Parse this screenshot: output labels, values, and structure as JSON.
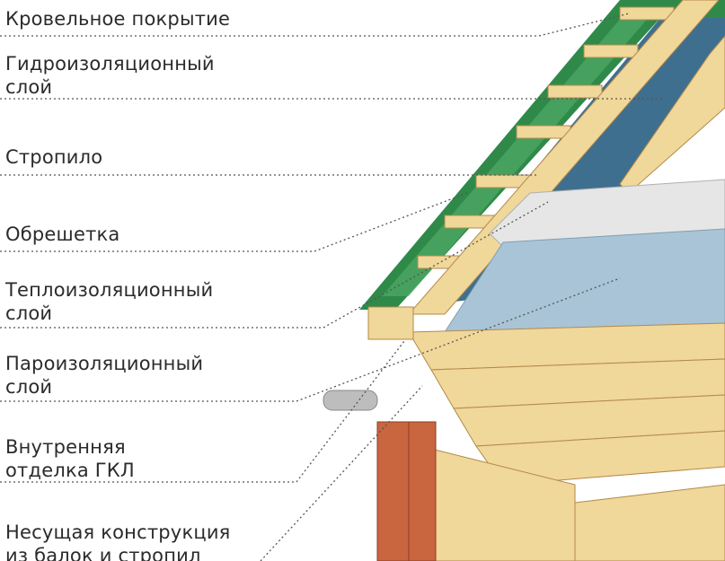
{
  "labels": [
    {
      "id": "roof-covering",
      "lines": [
        "Кровельное покрытие"
      ]
    },
    {
      "id": "waterproofing-layer",
      "lines": [
        "Гидроизоляционный",
        "слой"
      ]
    },
    {
      "id": "rafter",
      "lines": [
        "Стропило"
      ]
    },
    {
      "id": "battens",
      "lines": [
        "Обрешетка"
      ]
    },
    {
      "id": "insulation-layer",
      "lines": [
        "Теплоизоляционный",
        "слой"
      ]
    },
    {
      "id": "vapor-barrier-layer",
      "lines": [
        "Пароизоляционный",
        "слой"
      ]
    },
    {
      "id": "interior-finish",
      "lines": [
        "Внутренняя",
        "отделка ГКЛ"
      ]
    },
    {
      "id": "load-bearing-structure",
      "lines": [
        "Несущая конструкция",
        "из балок и стропил"
      ]
    }
  ],
  "colors": {
    "roof_green": "#2f8a4a",
    "roof_green_light": "#55b06a",
    "wood": "#f0d79a",
    "wood_dark": "#c9a25e",
    "membrane_blue": "#a9c4d6",
    "insulation": "#e8e8e8",
    "brick": "#c9653f",
    "leader": "#555555"
  }
}
